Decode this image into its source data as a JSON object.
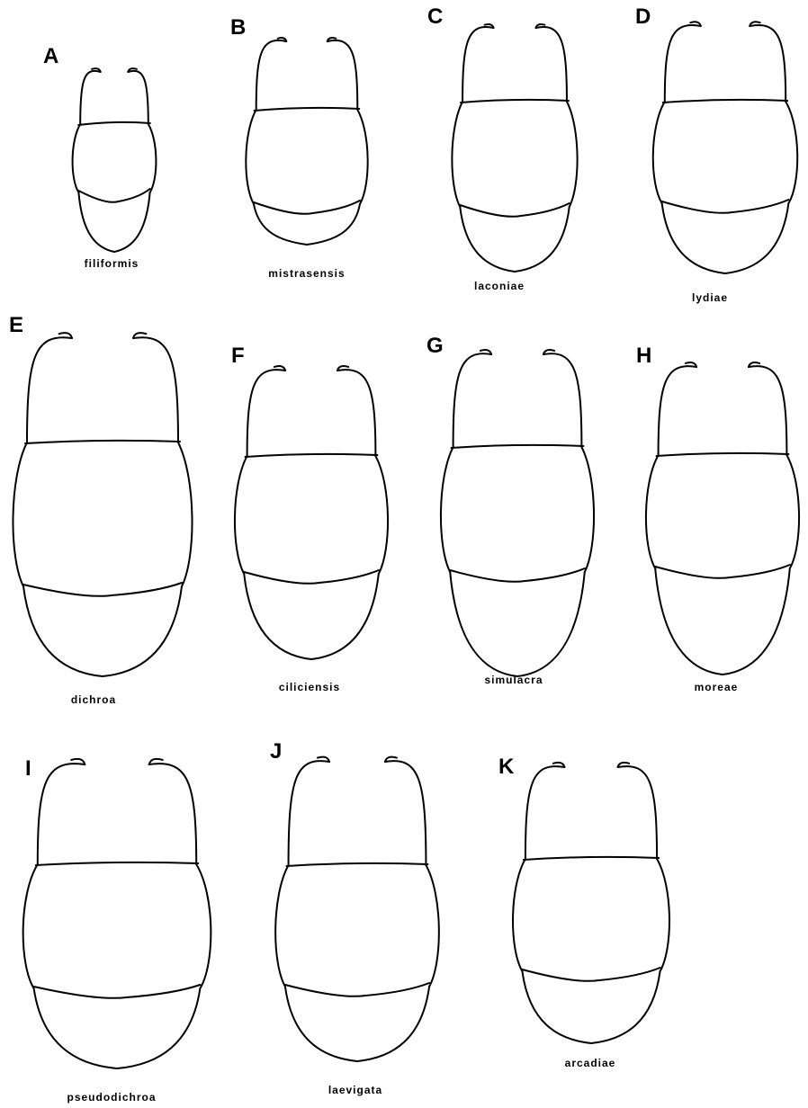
{
  "figure": {
    "panels": [
      {
        "letter": "A",
        "species": "filiformis"
      },
      {
        "letter": "B",
        "species": "mistrasensis"
      },
      {
        "letter": "C",
        "species": "laconiae"
      },
      {
        "letter": "D",
        "species": "lydiae"
      },
      {
        "letter": "E",
        "species": "dichroa"
      },
      {
        "letter": "F",
        "species": "ciliciensis"
      },
      {
        "letter": "G",
        "species": "simulacra"
      },
      {
        "letter": "H",
        "species": "moreae"
      },
      {
        "letter": "I",
        "species": "pseudodichroa"
      },
      {
        "letter": "J",
        "species": "laevigata"
      },
      {
        "letter": "K",
        "species": "arcadiae"
      }
    ]
  }
}
